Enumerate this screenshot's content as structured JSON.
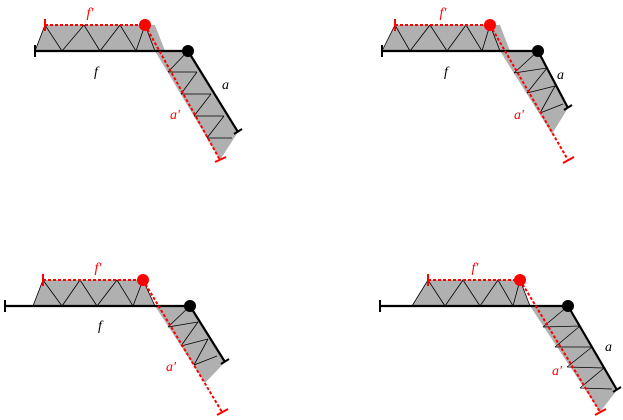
{
  "colors": {
    "black": "#000000",
    "red": "#ff0000",
    "strip_fill": "#b0b0b0"
  },
  "labels": {
    "f": "f",
    "f_prime": "f'",
    "a": "a",
    "a_prime": "a'"
  },
  "panels": [
    {
      "id": "top-left",
      "f": "f",
      "f_prime": "f'",
      "a": "a",
      "a_prime": "a'"
    },
    {
      "id": "top-right",
      "f": "f",
      "f_prime": "f'",
      "a": "a",
      "a_prime": "a'"
    },
    {
      "id": "bottom-left",
      "f": "f",
      "f_prime": "f'",
      "a_prime": "a'"
    },
    {
      "id": "bottom-right",
      "f_prime": "f'",
      "a": "a",
      "a_prime": "a'"
    }
  ]
}
